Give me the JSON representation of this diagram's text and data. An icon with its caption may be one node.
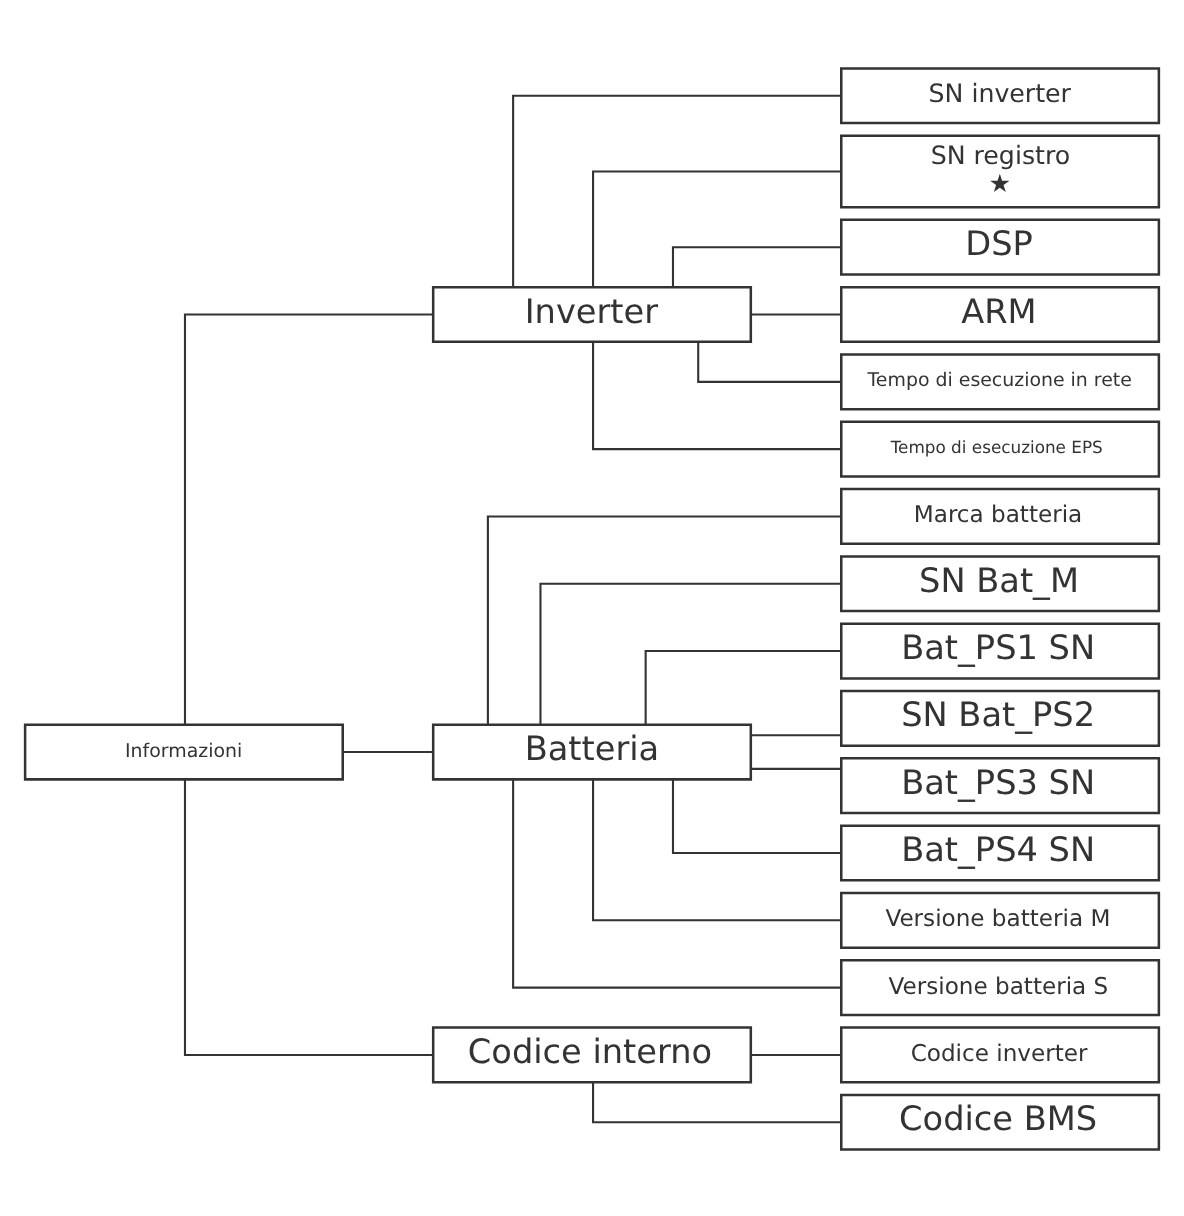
{
  "diagram": {
    "nodes": [
      {
        "text": [
          "Informazioni"
        ]
      },
      {
        "text": [
          "Inverter"
        ]
      },
      {
        "text": [
          "SN inverter"
        ]
      },
      {
        "text": [
          "SN registro",
          "★"
        ]
      },
      {
        "text": [
          "DSP"
        ]
      },
      {
        "text": [
          "ARM"
        ]
      },
      {
        "text": [
          "Tempo di esecuzione in rete"
        ]
      },
      {
        "text": [
          "Tempo di esecuzione EPS"
        ]
      },
      {
        "text": [
          "Batteria"
        ]
      },
      {
        "text": [
          "Marca batteria"
        ]
      },
      {
        "text": [
          "SN Bat_M"
        ]
      },
      {
        "text": [
          "Bat_PS1 SN"
        ]
      },
      {
        "text": [
          "SN Bat_PS2"
        ]
      },
      {
        "text": [
          "Bat_PS3 SN"
        ]
      },
      {
        "text": [
          "Bat_PS4 SN"
        ]
      },
      {
        "text": [
          "Versione batteria M"
        ]
      },
      {
        "text": [
          "Versione batteria S"
        ]
      },
      {
        "text": [
          "Codice interno"
        ]
      },
      {
        "text": [
          "Codice inverter"
        ]
      },
      {
        "text": [
          "Codice BMS"
        ]
      }
    ],
    "edges": [
      {
        "from": 0,
        "to": 1,
        "arrow": "none"
      },
      {
        "from": 0,
        "to": 8,
        "arrow": "none"
      },
      {
        "from": 0,
        "to": 17,
        "arrow": "none"
      },
      {
        "from": 1,
        "to": 2,
        "arrow": "none"
      },
      {
        "from": 1,
        "to": 3,
        "arrow": "none"
      },
      {
        "from": 1,
        "to": 4,
        "arrow": "none"
      },
      {
        "from": 1,
        "to": 5,
        "arrow": "none"
      },
      {
        "from": 1,
        "to": 6,
        "arrow": "none"
      },
      {
        "from": 1,
        "to": 7,
        "arrow": "none"
      },
      {
        "from": 8,
        "to": 9,
        "arrow": "none"
      },
      {
        "from": 8,
        "to": 10,
        "arrow": "none"
      },
      {
        "from": 8,
        "to": 11,
        "arrow": "none"
      },
      {
        "from": 8,
        "to": 12,
        "arrow": "none"
      },
      {
        "from": 8,
        "to": 13,
        "arrow": "none"
      },
      {
        "from": 8,
        "to": 14,
        "arrow": "none"
      },
      {
        "from": 8,
        "to": 15,
        "arrow": "none"
      },
      {
        "from": 8,
        "to": 16,
        "arrow": "none"
      },
      {
        "from": 17,
        "to": 18,
        "arrow": "none"
      },
      {
        "from": 17,
        "to": 19,
        "arrow": "none"
      }
    ]
  }
}
